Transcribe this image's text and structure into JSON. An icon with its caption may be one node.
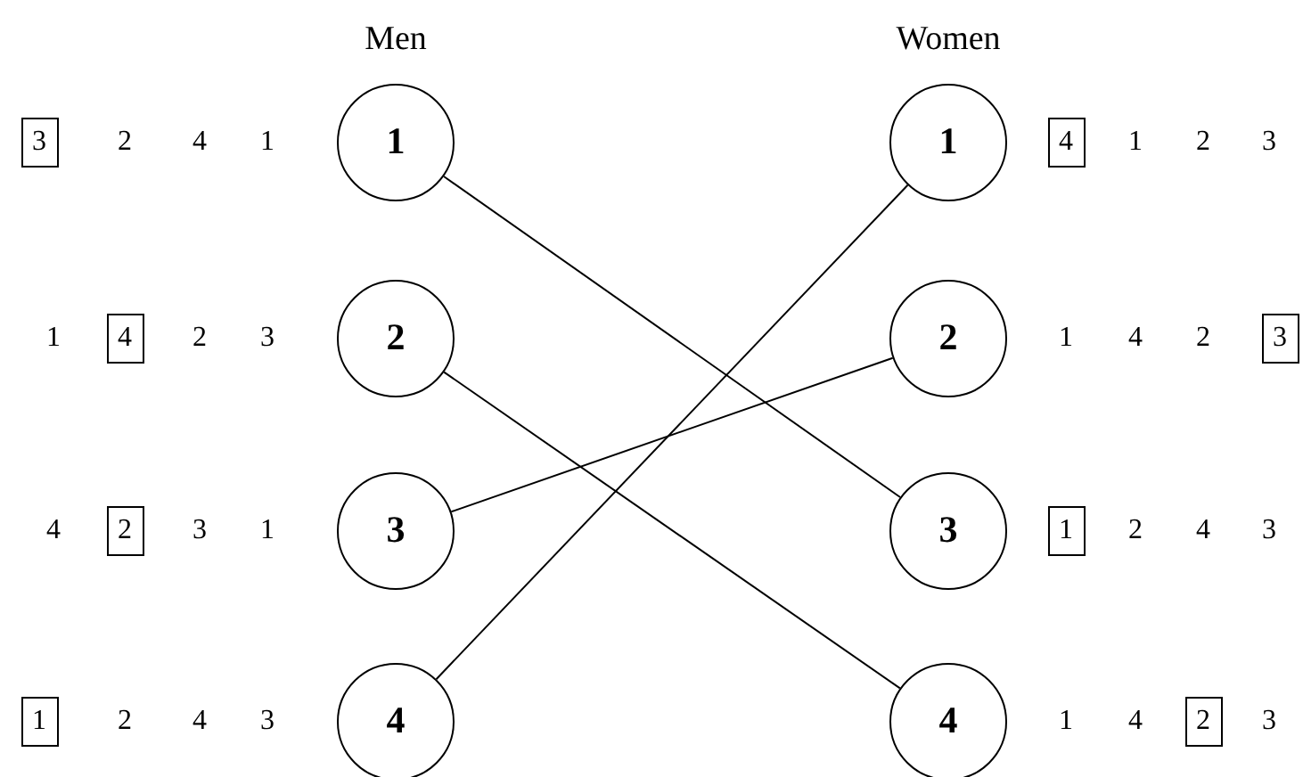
{
  "diagram": {
    "nodes": [
      {
        "text": [
          "1"
        ]
      },
      {
        "text": [
          "1"
        ]
      },
      {
        "text": [
          "2"
        ]
      },
      {
        "text": [
          "2"
        ]
      },
      {
        "text": [
          "3"
        ]
      },
      {
        "text": [
          "3"
        ]
      },
      {
        "text": [
          "4"
        ]
      },
      {
        "text": [
          "4"
        ]
      },
      {
        "text": [
          "3"
        ]
      },
      {
        "text": [
          "4"
        ]
      },
      {
        "text": [
          "4"
        ]
      },
      {
        "text": [
          "3"
        ]
      },
      {
        "text": [
          "2"
        ]
      },
      {
        "text": [
          "1"
        ]
      },
      {
        "text": [
          "1"
        ]
      },
      {
        "text": [
          "2"
        ]
      }
    ],
    "edges": [
      {
        "from": 0,
        "to": 5,
        "arrow": "none"
      },
      {
        "from": 2,
        "to": 7,
        "arrow": "none"
      },
      {
        "from": 4,
        "to": 3,
        "arrow": "none"
      },
      {
        "from": 6,
        "to": 1,
        "arrow": "none"
      }
    ],
    "labels": [
      "Men",
      "Women",
      "2",
      "4",
      "1",
      "1",
      "2",
      "3",
      "1",
      "2",
      "3",
      "1",
      "4",
      "2",
      "4",
      "3",
      "1",
      "2",
      "4",
      "3",
      "2",
      "4",
      "3",
      "1",
      "4",
      "3"
    ]
  }
}
